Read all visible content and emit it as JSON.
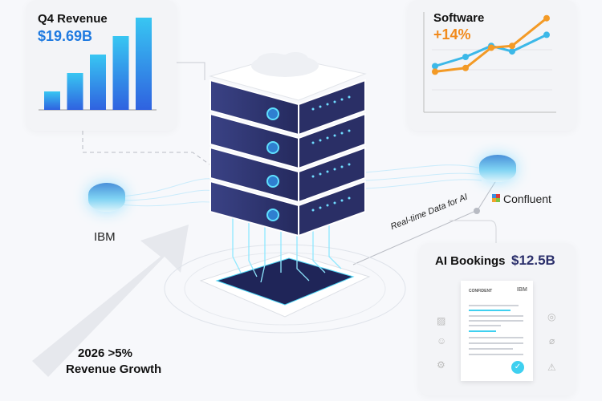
{
  "revenue_card": {
    "title": "Q4 Revenue",
    "value": "$19.69B"
  },
  "software_card": {
    "title": "Software",
    "value": "+14%"
  },
  "nodes": {
    "left_label": "IBM",
    "right_label": "Confluent"
  },
  "connector_label": "Real-time Data for AI",
  "bookings_card": {
    "title": "AI Bookings",
    "value": "$12.5B",
    "doc_header": "CONFIDENT",
    "doc_logo": "IBM"
  },
  "growth": {
    "line1": "2026 >5%",
    "line2": "Revenue Growth"
  },
  "chart_data": [
    {
      "type": "bar",
      "values": [
        1,
        2,
        3,
        4,
        5
      ],
      "title": "Q4 Revenue"
    },
    {
      "type": "line",
      "title": "Software",
      "grid": true,
      "series": [
        {
          "color": "#3cb8e8",
          "values": [
            2.5,
            3,
            3.6,
            3.3,
            4.2
          ]
        },
        {
          "color": "#f39a26",
          "values": [
            2.2,
            2.4,
            3.5,
            3.6,
            5.1
          ]
        }
      ]
    }
  ],
  "colors": {
    "accent_blue": "#1f7ae0",
    "orange": "#f18a1c",
    "navy": "#2b2f6b",
    "cyan": "#3fd0f0"
  }
}
